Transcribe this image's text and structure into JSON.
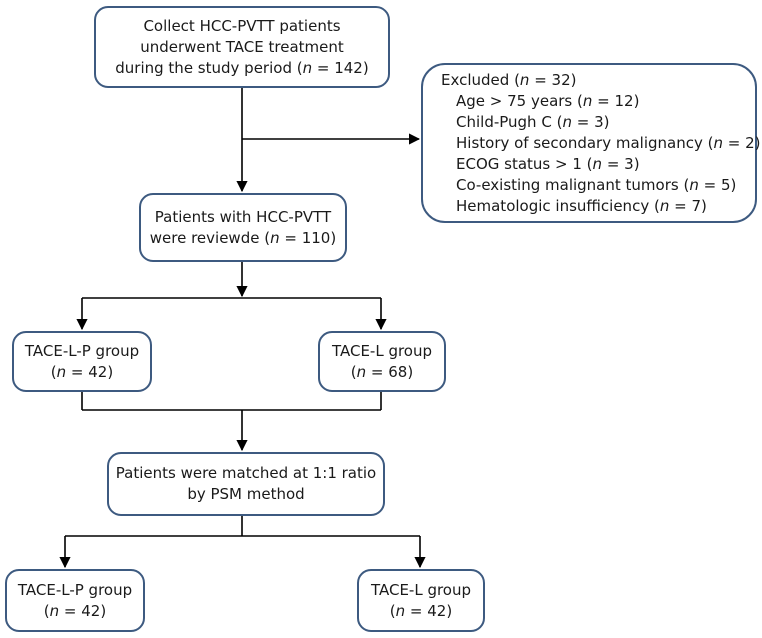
{
  "boxes": {
    "collect": [
      "Collect HCC-PVTT patients",
      "underwent TACE treatment",
      "during the study period (n = 142)"
    ],
    "excluded": {
      "title": "Excluded (n = 32)",
      "items": [
        "Age > 75 years (n = 12)",
        "Child-Pugh C (n = 3)",
        "History of secondary malignancy (n = 2)",
        "ECOG status > 1 (n = 3)",
        "Co-existing malignant tumors (n = 5)",
        "Hematologic insufficiency (n = 7)"
      ]
    },
    "reviewed": [
      "Patients with HCC-PVTT",
      "were reviewde (n = 110)"
    ],
    "tacelp1": [
      "TACE-L-P group",
      "(n = 42)"
    ],
    "tacel1": [
      "TACE-L group",
      "(n = 68)"
    ],
    "matched": [
      "Patients were matched at 1:1 ratio",
      "by PSM method"
    ],
    "tacelp2": [
      "TACE-L-P group",
      "(n = 42)"
    ],
    "tacel2": [
      "TACE-L group",
      "(n = 42)"
    ]
  },
  "colors": {
    "border": "#3d5a80",
    "line": "#000000",
    "text": "#1a1a1a"
  }
}
